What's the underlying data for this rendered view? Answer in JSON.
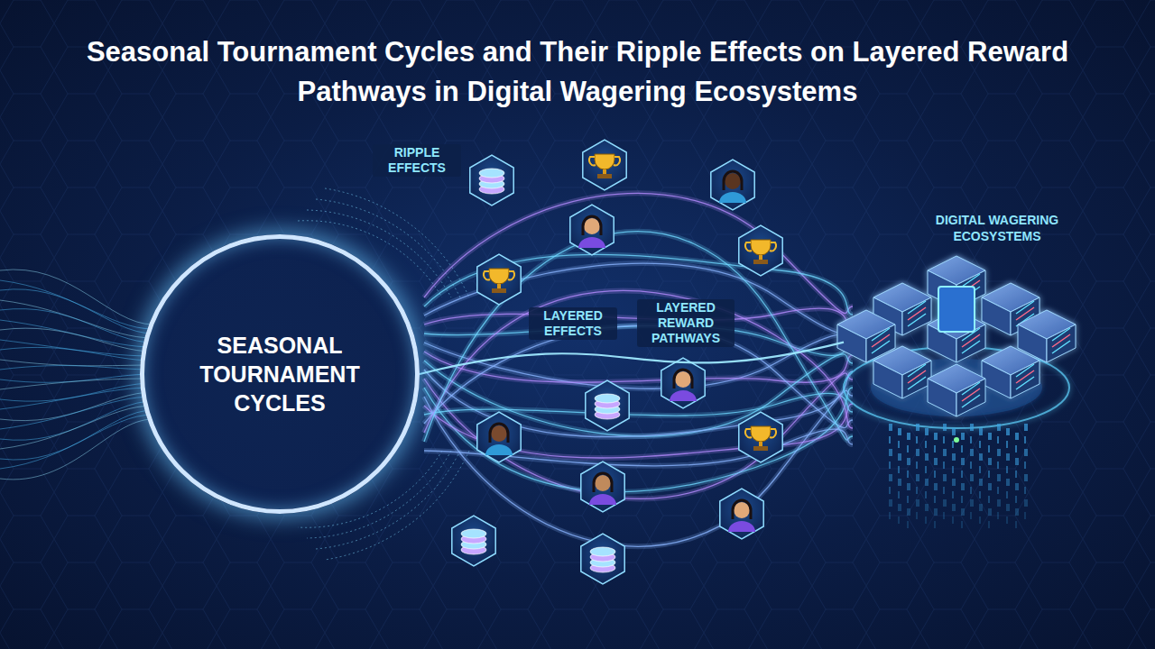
{
  "diagram": {
    "title": "Seasonal Tournament Cycles and Their Ripple Effects on Layered Reward Pathways in Digital Wagering Ecosystems",
    "nodes": [
      {
        "text": [
          "SEASONAL TOURNAMENT CYCLES"
        ]
      },
      {
        "text": [
          "DIGITAL WAGERING ECOSYSTEMS"
        ]
      }
    ],
    "edges": [
      {
        "from": 0,
        "to": 1,
        "arrow": "none"
      }
    ],
    "labels": [
      "RIPPLE EFFECTS",
      "LAYERED EFFECTS",
      "LAYERED REWARD PATHWAYS"
    ]
  }
}
